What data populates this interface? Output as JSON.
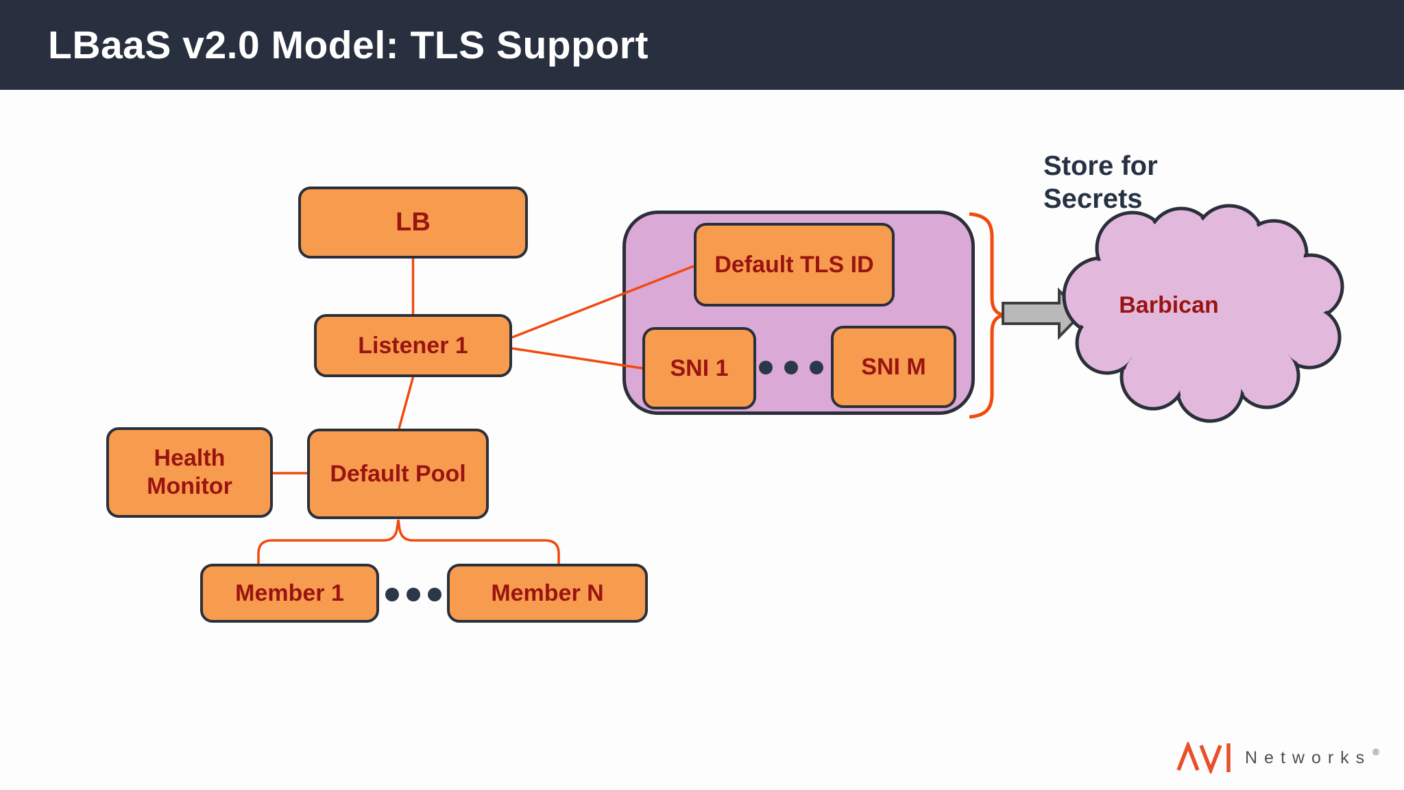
{
  "slide": {
    "title": "LBaaS v2.0 Model: TLS Support"
  },
  "nodes": {
    "lb": {
      "label": "LB"
    },
    "listener1": {
      "label": "Listener 1"
    },
    "health_monitor": {
      "label": "Health Monitor"
    },
    "default_pool": {
      "label": "Default Pool"
    },
    "member_1": {
      "label": "Member 1"
    },
    "member_n": {
      "label": "Member N"
    },
    "default_tls_id": {
      "label": "Default TLS ID"
    },
    "sni_1": {
      "label": "SNI 1"
    },
    "sni_m": {
      "label": "SNI M"
    },
    "barbican": {
      "label": "Barbican"
    }
  },
  "annotations": {
    "store_for_secrets": "Store for Secrets"
  },
  "footer": {
    "brand_avi": "AVI",
    "brand_networks": "Networks",
    "registered_mark": "®"
  },
  "colors": {
    "header_bg": "#28303F",
    "header_text": "#FFFFFF",
    "node_fill": "#F79C4F",
    "node_border": "#2B2F3A",
    "node_text": "#991410",
    "tls_container_fill": "#DBA9D6",
    "cloud_fill": "#E2B9DC",
    "connector_orange": "#F04A0E",
    "arrow_fill": "#B9B9B9",
    "arrow_border": "#3D3D3D",
    "ellipsis_dots": "#2C3848",
    "annotation_text": "#263244",
    "logo_orange": "#E8502B",
    "logo_gray": "#4F4F52"
  }
}
